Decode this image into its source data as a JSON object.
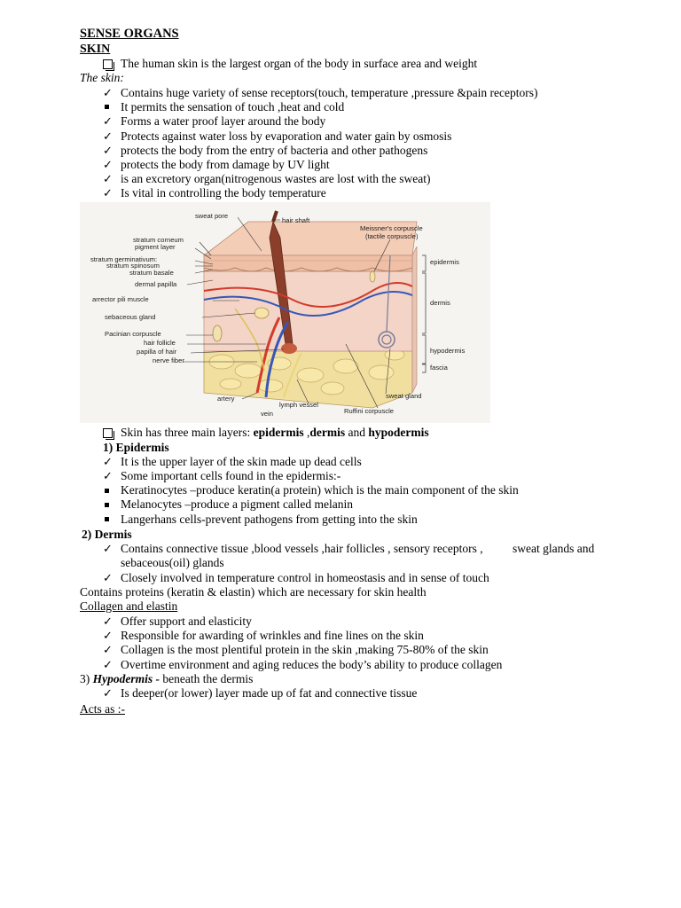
{
  "title": "SENSE ORGANS",
  "section": "SKIN",
  "intro": "The human skin is the largest organ of the body in surface area and weight",
  "skin_heading": "The skin:",
  "skin_points": [
    "Contains huge variety of sense receptors(touch, temperature ,pressure &pain receptors)",
    "It permits the sensation of touch ,heat and cold",
    "Forms a water proof layer around the body",
    "Protects against water loss by evaporation and water gain by osmosis",
    "protects the body from the entry of bacteria and other pathogens",
    "protects the body from damage by UV light",
    "is an excretory organ(nitrogenous wastes are lost with the sweat)",
    "Is vital in controlling the body temperature"
  ],
  "diagram_labels": {
    "sweat_pore": "sweat pore",
    "hair_shaft": "hair shaft",
    "meissner": "Meissner's corpuscle",
    "tactile": "(tactile corpuscle)",
    "stratum_corneum": "stratum corneum",
    "pigment_layer": "pigment layer",
    "stratum_germinativum": "stratum germinativum:",
    "stratum_spinosum": "stratum spinosum",
    "stratum_basale": "stratum basale",
    "dermal_papilla": "dermal papilla",
    "arrector": "arrector pili muscle",
    "sebaceous": "sebaceous gland",
    "pacinian": "Pacinian corpuscle",
    "hair_follicle": "hair follicle",
    "papilla_hair": "papilla of hair",
    "nerve_fiber": "nerve fiber",
    "epidermis": "epidermis",
    "dermis": "dermis",
    "hypodermis": "hypodermis",
    "fascia": "fascia",
    "sweat_gland": "sweat gland",
    "artery": "artery",
    "lymph_vessel": "lymph vessel",
    "vein": "vein",
    "ruffini": "Ruffini corpuscle"
  },
  "layers_intro": {
    "prefix": "Skin has three main layers: ",
    "l1": "epidermis",
    "sep1": " ,",
    "l2": "dermis",
    "and": " and ",
    "l3": "hypodermis"
  },
  "epidermis": {
    "heading": "1)   Epidermis",
    "points": [
      "It is the upper layer of the skin made up dead cells",
      "Some important cells found in the epidermis:-"
    ],
    "cells": [
      "Keratinocytes –produce keratin(a protein) which is the main component of the skin",
      "Melanocytes –produce a pigment called melanin",
      "Langerhans cells-prevent pathogens from getting into the skin"
    ]
  },
  "dermis": {
    "heading": "2) Dermis",
    "point1_a": "Contains connective tissue ,blood vessels ,hair follicles , sensory receptors ,",
    "point1_b": "sweat glands and",
    "point1_c": "sebaceous(oil) glands",
    "point2": "Closely involved in temperature control in homeostasis and in sense of touch",
    "proteins": "Contains proteins (keratin & elastin) which are necessary for skin health"
  },
  "collagen": {
    "heading": "Collagen and elastin",
    "points": [
      "Offer support and elasticity",
      "Responsible for awarding of wrinkles and fine lines on the skin",
      "Collagen is the most plentiful protein in the skin ,making 75-80% of the skin",
      "Overtime environment and aging reduces the body’s ability to produce collagen"
    ]
  },
  "hypodermis": {
    "num": "3) ",
    "heading": "Hypodermis - ",
    "desc": "beneath the dermis",
    "point": "Is deeper(or lower) layer made up of fat and connective tissue",
    "acts": "Acts as :-"
  }
}
